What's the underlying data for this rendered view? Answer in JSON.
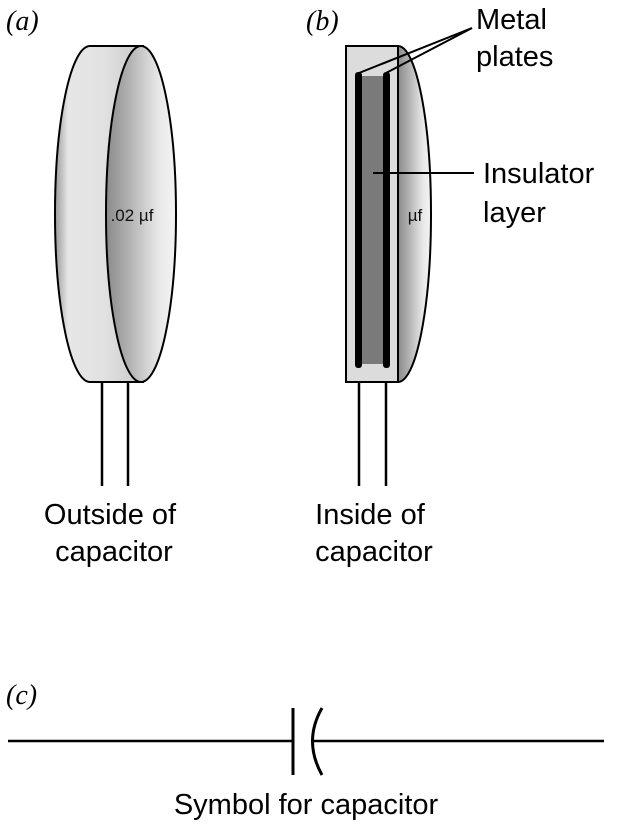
{
  "panels": {
    "a": {
      "tag": "(a)",
      "value_text": ".02 µf",
      "caption_line1": "Outside of",
      "caption_line2": "capacitor"
    },
    "b": {
      "tag": "(b)",
      "value_text": "µf",
      "caption_line1": "Inside of",
      "caption_line2": "capacitor",
      "callout_plates_line1": "Metal",
      "callout_plates_line2": "plates",
      "callout_insulator_line1": "Insulator",
      "callout_insulator_line2": "layer"
    },
    "c": {
      "tag": "(c)",
      "caption": "Symbol for capacitor"
    }
  }
}
